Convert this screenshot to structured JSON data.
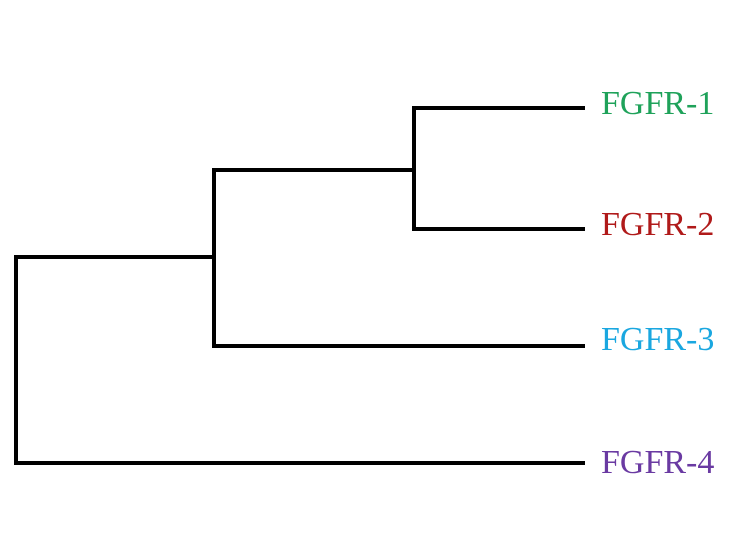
{
  "leaves": [
    {
      "label": "FGFR-1",
      "color": "#1fa25a"
    },
    {
      "label": "FGFR-2",
      "color": "#b01a1a"
    },
    {
      "label": "FGFR-3",
      "color": "#1aa7e0"
    },
    {
      "label": "FGFR-4",
      "color": "#6a3aa2"
    }
  ]
}
